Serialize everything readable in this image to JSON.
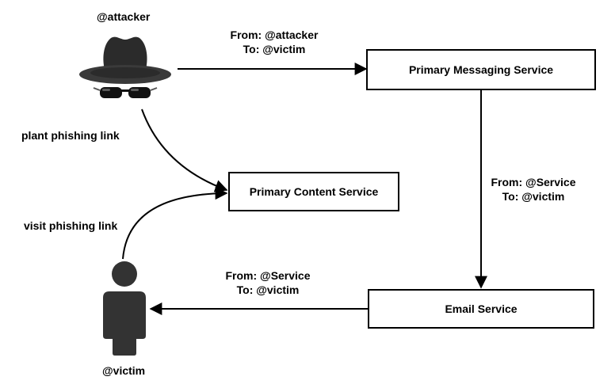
{
  "actors": {
    "attacker": {
      "label": "@attacker"
    },
    "victim": {
      "label": "@victim"
    }
  },
  "services": {
    "primary_messaging": "Primary Messaging Service",
    "primary_content": "Primary Content Service",
    "email": "Email Service"
  },
  "edges": {
    "attacker_to_messaging": {
      "from": "From: @attacker",
      "to": "To: @victim"
    },
    "messaging_to_email": {
      "from": "From: @Service",
      "to": "To: @victim"
    },
    "email_to_victim": {
      "from": "From: @Service",
      "to": "To: @victim"
    },
    "attacker_to_content": {
      "label": "plant phishing link"
    },
    "victim_to_content": {
      "label": "visit phishing link"
    }
  },
  "icons": {
    "attacker": "spy-hat-sunglasses-icon",
    "victim": "person-silhouette-icon"
  },
  "colors": {
    "line": "#000000",
    "victim_fill": "#333333",
    "hat_fill": "#2b2b2b"
  }
}
